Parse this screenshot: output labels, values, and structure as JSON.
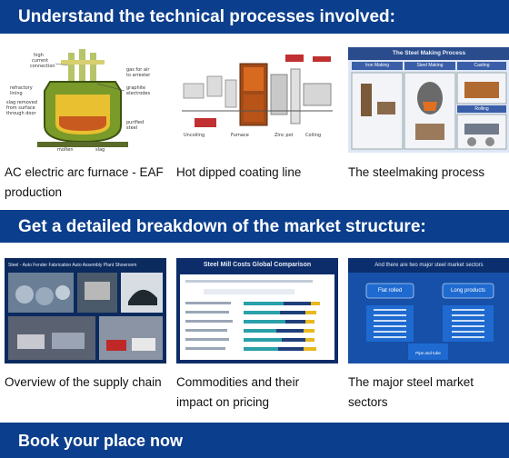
{
  "sections": {
    "understand": {
      "title": "Understand the technical processes involved:"
    },
    "breakdown": {
      "title": "Get a detailed breakdown of the market structure:"
    },
    "book": {
      "title": "Book your place now"
    }
  },
  "row1": [
    {
      "caption": "AC electric arc furnace - EAF production"
    },
    {
      "caption": "Hot dipped coating line"
    },
    {
      "caption": "The steelmaking process"
    }
  ],
  "row2": [
    {
      "caption": "Overview of the supply chain"
    },
    {
      "caption": "Commodities and their impact on pricing"
    },
    {
      "caption": "The major steel market sectors"
    }
  ],
  "thumbs": {
    "steelmaking": {
      "title": "The Steel Making Process",
      "headers": [
        "Iron Making",
        "Steel Making",
        "Casting",
        "Rolling"
      ]
    },
    "supply": {
      "title": "Steel - Auto Fender Fabrication Auto Assembly Plant Showroom"
    },
    "costs": {
      "title": "Steel Mill Costs Global Comparison"
    },
    "sectors": {
      "title": "And there are two major steel market sectors",
      "left": "Flat rolled",
      "right": "Long products",
      "center": "Pipe and tube"
    }
  },
  "colors": {
    "banner": "#0b3e8c",
    "slide_dark": "#0b2a5e"
  }
}
